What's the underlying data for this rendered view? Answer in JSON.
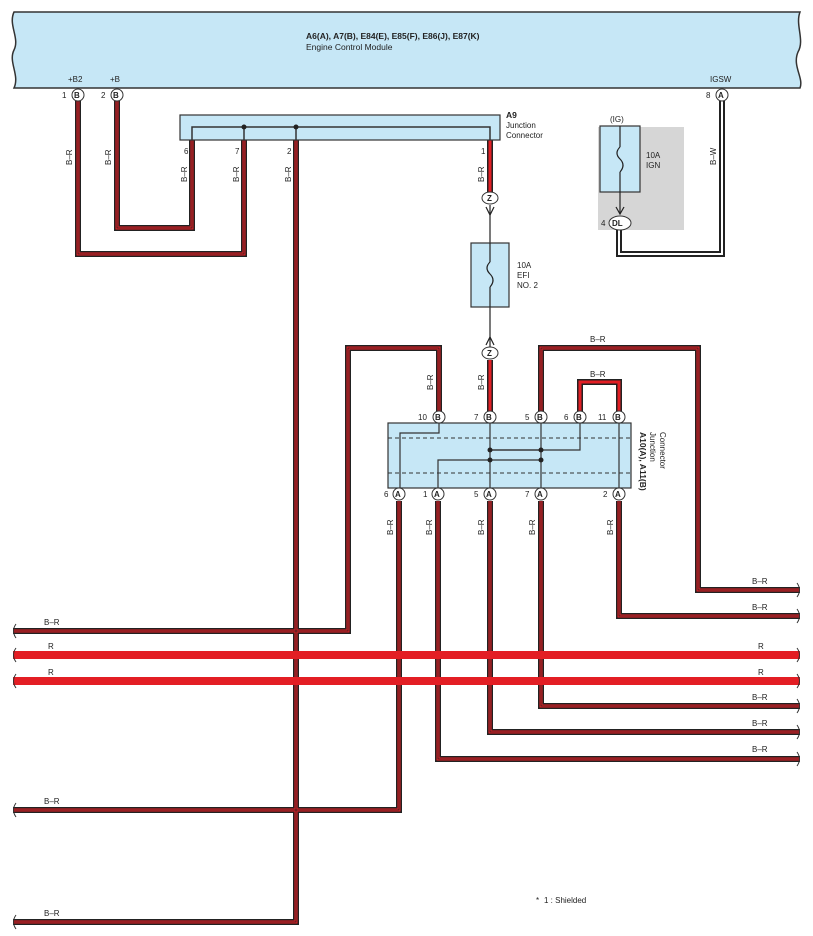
{
  "ecm": {
    "connectors": "A6(A), A7(B), E84(E), E85(F), E86(J), E87(K)",
    "name": "Engine Control Module",
    "terminals": [
      {
        "num": "1",
        "conn": "B",
        "label": "+B2"
      },
      {
        "num": "2",
        "conn": "B",
        "label": "+B"
      },
      {
        "num": "8",
        "conn": "A",
        "label": "IGSW"
      }
    ]
  },
  "junction_a9": {
    "id": "A9",
    "line1": "Junction",
    "line2": "Connector",
    "pins": [
      "6",
      "7",
      "2",
      "1"
    ]
  },
  "fuse_efi": {
    "rating": "10A",
    "name": "EFI",
    "name2": "NO. 2"
  },
  "fuse_ign": {
    "group": "(IG)",
    "rating": "10A",
    "name": "IGN",
    "pin": "4",
    "conn": "DL"
  },
  "junction_a10": {
    "id": "A10(A), A11(B)",
    "line1": "Junction",
    "line2": "Connector",
    "top_pins": [
      {
        "num": "10",
        "conn": "B"
      },
      {
        "num": "7",
        "conn": "B"
      },
      {
        "num": "5",
        "conn": "B"
      },
      {
        "num": "6",
        "conn": "B"
      },
      {
        "num": "11",
        "conn": "B"
      }
    ],
    "bottom_pins": [
      {
        "num": "6",
        "conn": "A"
      },
      {
        "num": "1",
        "conn": "A"
      },
      {
        "num": "5",
        "conn": "A"
      },
      {
        "num": "7",
        "conn": "A"
      },
      {
        "num": "2",
        "conn": "A"
      }
    ]
  },
  "splice": "Z",
  "wire_colors": {
    "br": "B–R",
    "bw": "B–W",
    "r": "R"
  },
  "colors": {
    "ecm_fill": "#c6e7f6",
    "junction_fill": "#c6e7f6",
    "wire_red": "#e31e24",
    "wire_black": "#222222",
    "ign_bg": "#d6d6d6"
  },
  "note": "1 : Shielded"
}
